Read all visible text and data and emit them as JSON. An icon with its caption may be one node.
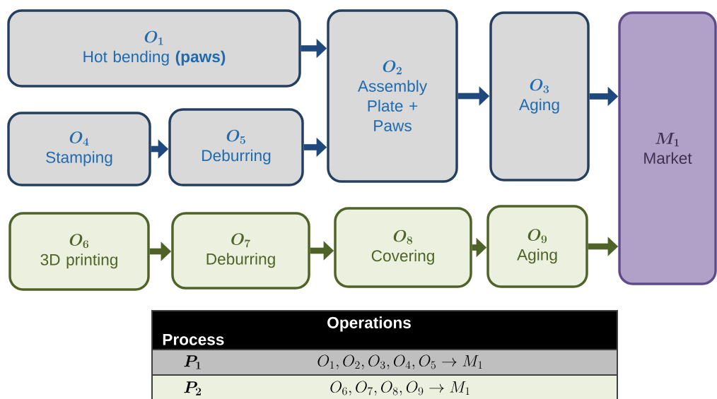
{
  "diagram": {
    "nodes": [
      {
        "text": [
          "\\boldsymbol{O_1}",
          "Hot bending **(paws)**"
        ]
      },
      {
        "text": [
          "\\boldsymbol{O_2}",
          "Assembly Plate + Paws"
        ]
      },
      {
        "text": [
          "\\boldsymbol{O_3}",
          "Aging"
        ]
      },
      {
        "text": [
          "\\boldsymbol{M_1}",
          "Market"
        ]
      },
      {
        "text": [
          "\\boldsymbol{O_4}",
          "Stamping"
        ]
      },
      {
        "text": [
          "\\boldsymbol{O_5}",
          "Deburring"
        ]
      },
      {
        "text": [
          "\\boldsymbol{O_6}",
          "3D printing"
        ]
      },
      {
        "text": [
          "\\boldsymbol{O_7}",
          "Deburring"
        ]
      },
      {
        "text": [
          "\\boldsymbol{O_8}",
          "Covering"
        ]
      },
      {
        "text": [
          "\\boldsymbol{O_9}",
          "Aging"
        ]
      }
    ],
    "edges": [
      {
        "from": 0,
        "to": 1,
        "arrow": "to"
      },
      {
        "from": 4,
        "to": 5,
        "arrow": "to"
      },
      {
        "from": 5,
        "to": 1,
        "arrow": "to"
      },
      {
        "from": 1,
        "to": 2,
        "arrow": "to"
      },
      {
        "from": 2,
        "to": 3,
        "arrow": "to"
      },
      {
        "from": 6,
        "to": 7,
        "arrow": "to",
        "color": "#4f6228"
      },
      {
        "from": 7,
        "to": 8,
        "arrow": "to",
        "color": "#4f6228"
      },
      {
        "from": 8,
        "to": 9,
        "arrow": "to",
        "color": "#4f6228"
      },
      {
        "from": 9,
        "to": 3,
        "arrow": "to",
        "color": "#4f6228"
      }
    ],
    "labels": [
      "Process",
      "Operations",
      "\\boldsymbol{P_1}",
      "O_1, O_2, O_3, O_4, O_5 \\rightarrow M_1",
      "\\boldsymbol{P_2}",
      "O_6, O_7, O_8, O_9 \\rightarrow M_1"
    ]
  }
}
